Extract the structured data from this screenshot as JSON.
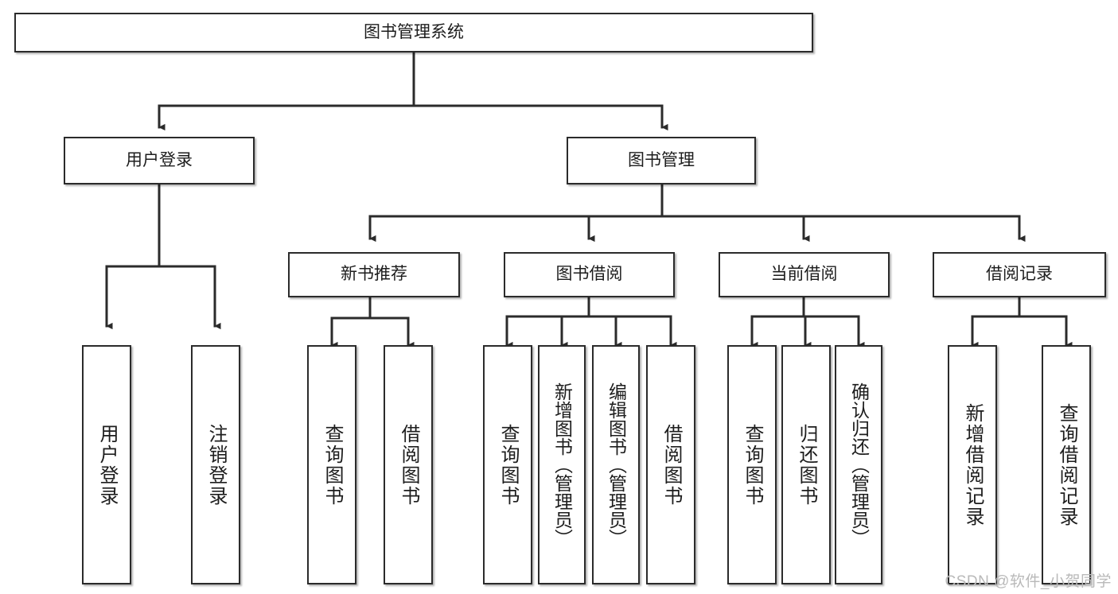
{
  "diagram": {
    "title": "图书管理系统",
    "type": "tree-hierarchy-diagram",
    "colors": {
      "background": "#ffffff",
      "border": "#2b2b2b",
      "text": "#1d1d1d",
      "connector": "#2b2b2b",
      "watermark": "#b9b9b9"
    },
    "root": {
      "label": "图书管理系统"
    },
    "level2": [
      {
        "label": "用户登录"
      },
      {
        "label": "图书管理"
      }
    ],
    "level3": [
      {
        "label": "新书推荐"
      },
      {
        "label": "图书借阅"
      },
      {
        "label": "当前借阅"
      },
      {
        "label": "借阅记录"
      }
    ],
    "leaves": {
      "user_login": [
        {
          "label": "用户登录"
        },
        {
          "label": "注销登录"
        }
      ],
      "new_book_recommend": [
        {
          "label": "查询图书"
        },
        {
          "label": "借阅图书"
        }
      ],
      "book_borrow": [
        {
          "label": "查询图书"
        },
        {
          "label": "新增图书（管理员）"
        },
        {
          "label": "编辑图书（管理员）"
        },
        {
          "label": "借阅图书"
        }
      ],
      "current_borrow": [
        {
          "label": "查询图书"
        },
        {
          "label": "归还图书"
        },
        {
          "label": "确认归还（管理员）"
        }
      ],
      "borrow_record": [
        {
          "label": "新增借阅记录"
        },
        {
          "label": "查询借阅记录"
        }
      ]
    }
  },
  "watermark": {
    "text": "CSDN @软件_小贺同学"
  }
}
